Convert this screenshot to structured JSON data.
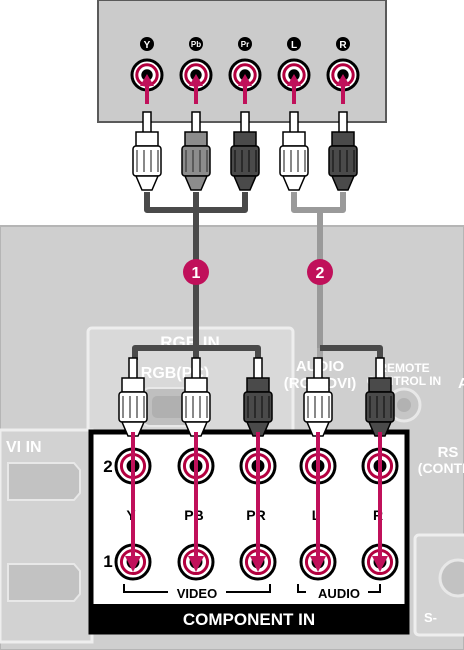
{
  "source_device": {
    "jacks": [
      {
        "id": "Y",
        "label": "Y"
      },
      {
        "id": "PB",
        "label": "PB"
      },
      {
        "id": "PR",
        "label": "PR"
      },
      {
        "id": "L",
        "label": "L"
      },
      {
        "id": "R",
        "label": "R"
      }
    ]
  },
  "steps": [
    {
      "number": "1"
    },
    {
      "number": "2"
    }
  ],
  "tv_panel": {
    "rgb_in_label": "RGB IN",
    "rgb_pc_label": "RGB(PC)",
    "audio_rgb_label_line1": "AUDIO",
    "audio_rgb_label_line2": "(RGB/DVI)",
    "remote_label_line1": "REMOTE",
    "remote_label_line2": "CONTROL IN",
    "dvi_in_label": "VI IN",
    "rs_label_line1": "RS",
    "rs_label_line2": "(CONTR",
    "s_label": "S-",
    "edge_letter": "A"
  },
  "component_in": {
    "title": "COMPONENT IN",
    "row_top_label": "2",
    "row_bottom_label": "1",
    "column_labels": [
      "Y",
      "PB",
      "PR",
      "L",
      "R"
    ],
    "video_label": "VIDEO",
    "audio_label": "AUDIO"
  },
  "colors": {
    "panel_bg": "#cfcfcf",
    "source_bg": "#cbcbcb",
    "accent": "#c0105a",
    "cable_dark": "#4a4a4a",
    "cable_light": "#9a9a9a",
    "jack_ring": "#b3003f"
  }
}
